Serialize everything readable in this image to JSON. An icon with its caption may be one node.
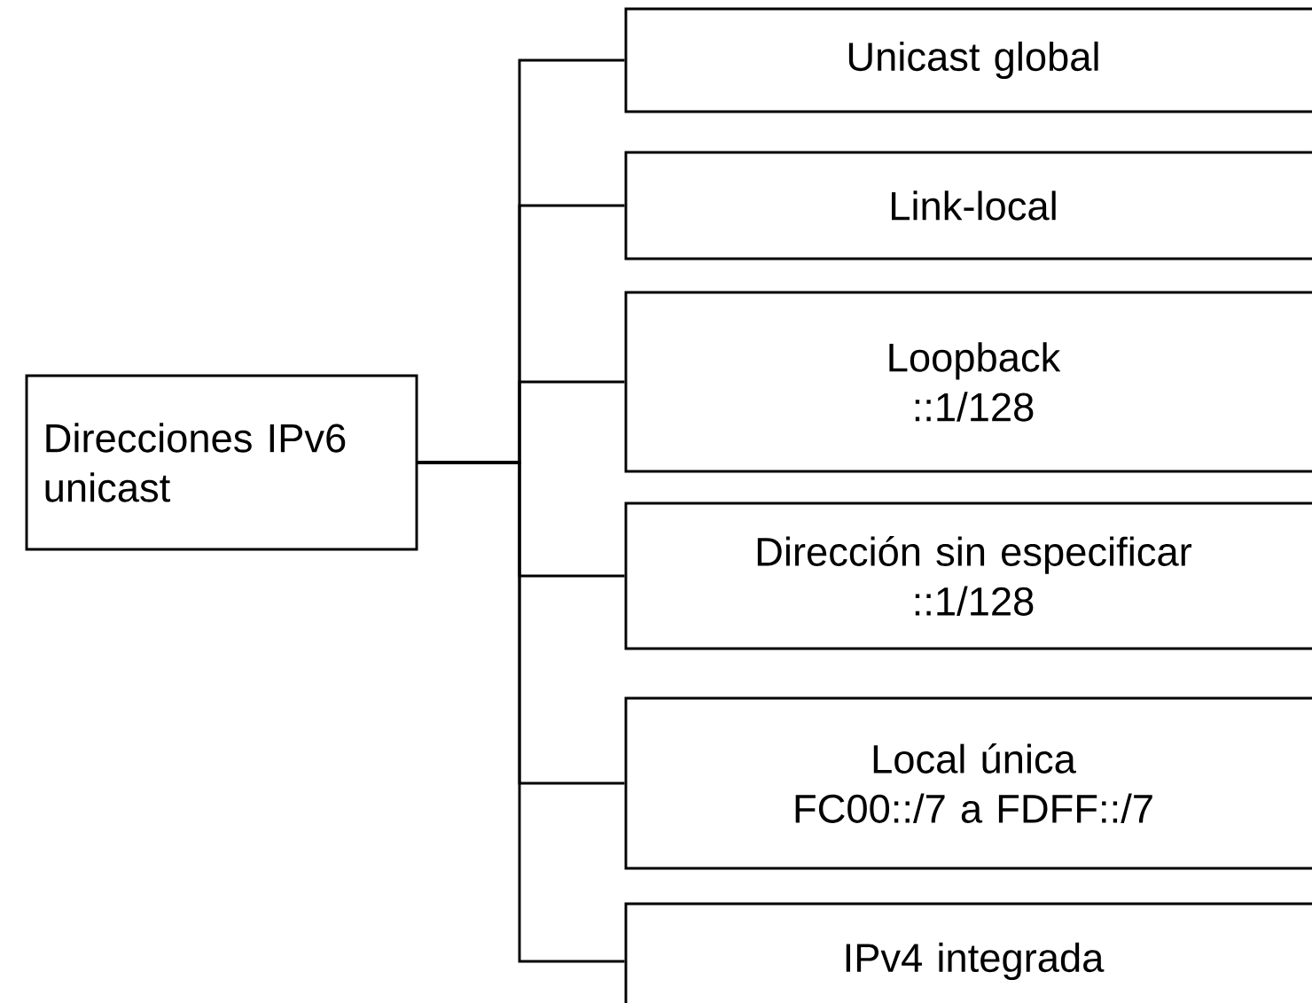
{
  "diagram": {
    "nodes": [
      {
        "text": [
          "Direcciones IPv6 unicast"
        ]
      },
      {
        "text": [
          "Unicast global"
        ]
      },
      {
        "text": [
          "Link-local"
        ]
      },
      {
        "text": [
          "Loopback",
          "::1/128"
        ]
      },
      {
        "text": [
          "Dirección sin especificar",
          "::1/128"
        ]
      },
      {
        "text": [
          "Local única",
          "FC00::/7 a FDFF::/7"
        ]
      },
      {
        "text": [
          "IPv4 integrada"
        ]
      }
    ],
    "edges": [
      {
        "from": 0,
        "to": 1,
        "arrow": "none"
      },
      {
        "from": 0,
        "to": 2,
        "arrow": "none"
      },
      {
        "from": 0,
        "to": 3,
        "arrow": "none"
      },
      {
        "from": 0,
        "to": 4,
        "arrow": "none"
      },
      {
        "from": 0,
        "to": 5,
        "arrow": "none"
      },
      {
        "from": 0,
        "to": 6,
        "arrow": "none"
      }
    ]
  }
}
